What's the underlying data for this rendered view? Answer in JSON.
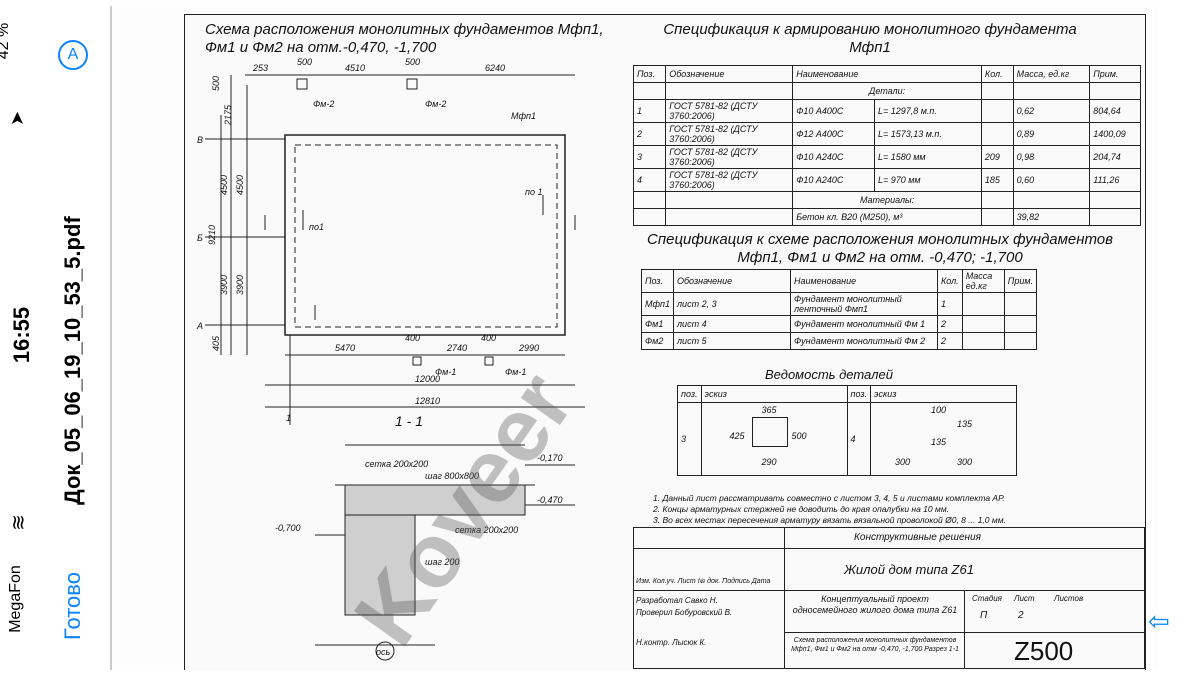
{
  "status": {
    "time": "16:55",
    "battery": "42 %",
    "carrier": "MegaFon",
    "wifi_icon": "wifi-icon",
    "location_icon": "location-arrow-icon"
  },
  "nav": {
    "done_label": "Готово",
    "filename": "Док_05_06_19_10_53_5.pdf"
  },
  "drawing": {
    "title_plan": "Схема расположения монолитных фундаментов Мфп1, Фм1 и Фм2 на отм.-0,470, -1,700",
    "title_spec1": "Спецификация к армированию монолитного фундамента Мфп1",
    "title_spec2": "Спецификация к схеме расположения монолитных фундаментов Мфп1, Фм1 и Фм2 на отм. -0,470; -1,700",
    "title_details": "Ведомость деталей",
    "section_label": "1 - 1",
    "spec1": {
      "headers": [
        "Поз.",
        "Обозначение",
        "Наименование",
        "Кол.",
        "Масса, ед.кг",
        "Прим."
      ],
      "group_details": "Детали:",
      "rows": [
        [
          "1",
          "ГОСТ 5781-82 (ДСТУ 3760:2006)",
          "Ф10 A400C",
          "L= 1297,8 м.п.",
          "",
          "0,62",
          "804,64"
        ],
        [
          "2",
          "ГОСТ 5781-82 (ДСТУ 3760:2006)",
          "Ф12 A400C",
          "L= 1573,13 м.п.",
          "",
          "0,89",
          "1400,09"
        ],
        [
          "3",
          "ГОСТ 5781-82 (ДСТУ 3760:2006)",
          "Ф10 A240C",
          "L= 1580 мм",
          "209",
          "0,98",
          "204,74"
        ],
        [
          "4",
          "ГОСТ 5781-82 (ДСТУ 3760:2006)",
          "Ф10 A240C",
          "L= 970 мм",
          "185",
          "0,60",
          "111,26"
        ]
      ],
      "group_materials": "Материалы:",
      "material_row": [
        "Бетон кл. В20 (М250), м³",
        "39,82"
      ]
    },
    "spec2": {
      "headers": [
        "Поз.",
        "Обозначение",
        "Наименование",
        "Кол.",
        "Масса ед.кг",
        "Прим."
      ],
      "rows": [
        [
          "Мфп1",
          "лист 2, 3",
          "Фундамент монолитный ленточный Фмп1",
          "1"
        ],
        [
          "Фм1",
          "лист 4",
          "Фундамент монолитный Фм 1",
          "2"
        ],
        [
          "Фм2",
          "лист 5",
          "Фундамент монолитный Фм 2",
          "2"
        ]
      ]
    },
    "details": {
      "headers": [
        "поз.",
        "эскиз",
        "поз.",
        "эскиз"
      ],
      "pos_a": "3",
      "pos_b": "4",
      "dims_a": [
        "365",
        "425",
        "500",
        "290"
      ],
      "dims_b": [
        "100",
        "135",
        "135",
        "300",
        "300"
      ]
    },
    "notes": [
      "1. Данный лист рассматривать совместно с листом 3, 4, 5 и листами комплекта АР.",
      "2. Концы арматурных стержней не доводить до края опалубки на 10 мм.",
      "3. Во всех местах пересечения арматуру вязать вязальной проволокой Ø0, 8 ... 1,0 мм."
    ],
    "stamp": {
      "kind": "Конструктивные решения",
      "object": "Жилой дом типа Z61",
      "col_heads": [
        "Изм.",
        "Кол.уч.",
        "Лист",
        "№ док.",
        "Подпись",
        "Дата"
      ],
      "roles": [
        [
          "Разработал",
          "Савко Н."
        ],
        [
          "Проверил",
          "Бобуровский В."
        ],
        [
          "Н.контр.",
          "Лысюк К."
        ]
      ],
      "project": "Концептуальный проект односемейного жилого дома типа Z61",
      "sheet_title": "Схема расположения монолитных фундаментов Мфп1, Фм1 и Фм2 на отм -0,470, -1,700 Разрез 1-1",
      "stage_head": "Стадия",
      "sheet_head": "Лист",
      "sheets_head": "Листов",
      "stage": "П",
      "sheet": "2",
      "code": "Z500"
    },
    "plan_dims": {
      "top": [
        "253",
        "500",
        "4510",
        "500",
        "6240"
      ],
      "bottom": [
        "5470",
        "400",
        "2740",
        "400",
        "2990"
      ],
      "total1": "12000",
      "total2": "12810",
      "left": [
        "500",
        "2175",
        "4500",
        "4500",
        "3900",
        "3900",
        "405",
        "9210"
      ],
      "axes": [
        "В",
        "Б",
        "А",
        "1"
      ],
      "marks": [
        "Фм-2",
        "Фм-2",
        "Мфп1",
        "Фм-1",
        "Фм-1",
        "по1",
        "по 1"
      ]
    },
    "section": {
      "levels": [
        "-0,170",
        "-0,470",
        "-0,700"
      ],
      "labels": [
        "сетка 200x200",
        "шаг 800x800",
        "сетка 200x200",
        "шаг 200",
        "ось"
      ]
    },
    "watermark": "Koveer"
  }
}
